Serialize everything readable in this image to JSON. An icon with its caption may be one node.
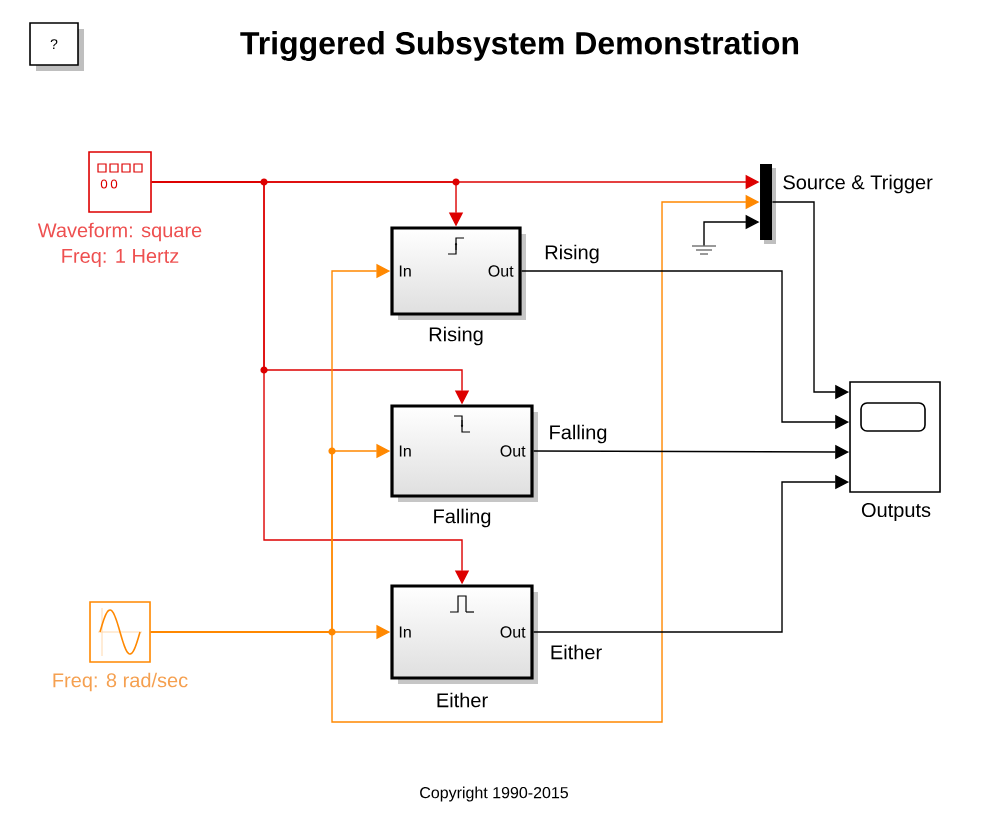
{
  "diagram": {
    "title": "Triggered Subsystem Demonstration",
    "nodes": [
      {
        "text": [
          "?"
        ]
      },
      {
        "text": [],
        "shape": "box",
        "beside": [
          "Waveform: square",
          "Freq: 1 Hertz"
        ]
      },
      {
        "text": [
          "In",
          "Out"
        ],
        "beside": [
          "Rising"
        ]
      },
      {
        "text": [
          "In",
          "Out"
        ],
        "beside": [
          "Falling"
        ]
      },
      {
        "text": [
          "In",
          "Out"
        ],
        "beside": [
          "Either"
        ]
      },
      {
        "text": [],
        "shape": "box",
        "beside": [
          "Freq: 8 rad/sec"
        ]
      },
      {
        "text": [],
        "shape": "bar",
        "beside": [
          "Source & Trigger"
        ]
      },
      {
        "text": [],
        "shape": "ground"
      },
      {
        "text": [],
        "shape": "box",
        "beside": [
          "Outputs"
        ]
      }
    ],
    "edges": [
      {
        "from": 1,
        "to": 6,
        "arrow": "to",
        "color": "#dd0000"
      },
      {
        "from": 1,
        "to": 2,
        "arrow": "to",
        "color": "#dd0000"
      },
      {
        "from": 1,
        "to": 3,
        "arrow": "to",
        "color": "#dd0000"
      },
      {
        "from": 1,
        "to": 4,
        "arrow": "to",
        "color": "#dd0000"
      },
      {
        "from": 5,
        "to": 2,
        "arrow": "to",
        "color": "#ff8800"
      },
      {
        "from": 5,
        "to": 3,
        "arrow": "to",
        "color": "#ff8800"
      },
      {
        "from": 5,
        "to": 4,
        "arrow": "to",
        "color": "#ff8800"
      },
      {
        "from": 5,
        "to": 6,
        "arrow": "to",
        "color": "#ff8800"
      },
      {
        "from": 7,
        "to": 6,
        "arrow": "to"
      },
      {
        "from": 6,
        "to": 8,
        "arrow": "to"
      },
      {
        "from": 2,
        "to": 8,
        "arrow": "to",
        "label": "Rising"
      },
      {
        "from": 3,
        "to": 8,
        "arrow": "to",
        "label": "Falling"
      },
      {
        "from": 4,
        "to": 8,
        "arrow": "to",
        "label": "Either"
      }
    ],
    "labels": [
      "Copyright 1990-2015"
    ]
  }
}
